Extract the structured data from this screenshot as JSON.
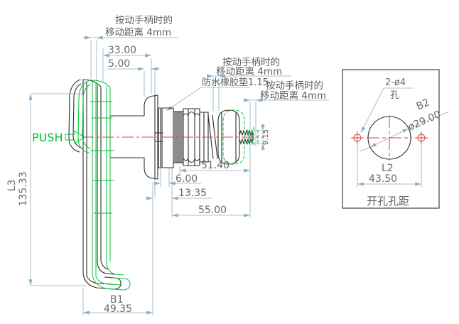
{
  "drawing": {
    "annotations": {
      "travel_note_1_line1": "按动手柄时的",
      "travel_note_1_line2": "移动距离 4mm",
      "travel_note_2_line1": "按动手柄时的",
      "travel_note_2_line2": "移动距离 4mm",
      "travel_note_3_line1": "按动手柄时的",
      "travel_note_3_line2": "移动距离 4mm",
      "gasket_note": "防水橡胶垫1.15",
      "push_label": "PUSH"
    },
    "dimensions": {
      "dim_33": "33.00",
      "dim_5": "5.00",
      "dim_51_40": "51.40",
      "dim_6": "6.00",
      "dim_13_35": "13.35",
      "dim_55": "55.00",
      "dim_9_15": "9.15",
      "dim_L3_label": "L3",
      "dim_L3_value": "135.33",
      "dim_B1_label": "B1",
      "dim_B1_value": "49.35"
    },
    "hole_panel": {
      "holes_note_line1": "2-ø4",
      "holes_note_line2": "孔",
      "dia_label": "B2",
      "dia_value": "ø29.00",
      "spacing_label": "L2",
      "spacing_value": "43.50",
      "caption": "开孔孔距"
    },
    "colors": {
      "line": "#2f2f2f",
      "green": "#00c432",
      "red": "#e04040",
      "dim_line": "#90aec2",
      "dim_text": "#6a6a6a"
    }
  }
}
